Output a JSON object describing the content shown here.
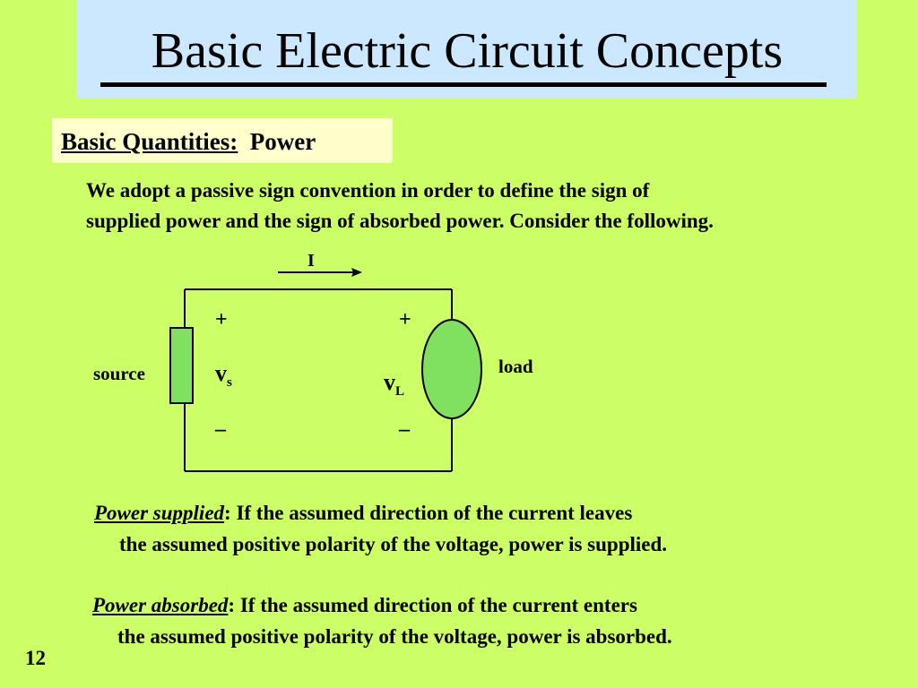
{
  "slide": {
    "title": "Basic Electric Circuit Concepts",
    "subhead_term": "Basic Quantities:",
    "subhead_topic": "Power",
    "intro_line1": "We adopt a passive sign convention in order to define the sign of",
    "intro_line2": "supplied power and the sign of absorbed power.  Consider the following.",
    "page_number": "12"
  },
  "circuit": {
    "current_label": "I",
    "source_label": "source",
    "load_label": "load",
    "vs_main": "v",
    "vs_sub": "s",
    "vl_main": "v",
    "vl_sub": "L",
    "plus_source": "+",
    "minus_source": "_",
    "plus_load": "+",
    "minus_load": "_",
    "colors": {
      "source_fill": "#80e060",
      "load_fill": "#80e060",
      "background": "#ccff66",
      "title_bg": "#cce8ff",
      "subhead_bg": "#ffffcc"
    }
  },
  "definitions": {
    "supplied_term": "Power supplied",
    "supplied_line1": ":  If the assumed direction of the current leaves",
    "supplied_line2": "the assumed positive polarity of the voltage, power is supplied.",
    "absorbed_term": "Power absorbed",
    "absorbed_line1": ":  If the assumed direction of the current enters",
    "absorbed_line2": "the assumed positive polarity of the voltage, power is absorbed."
  }
}
